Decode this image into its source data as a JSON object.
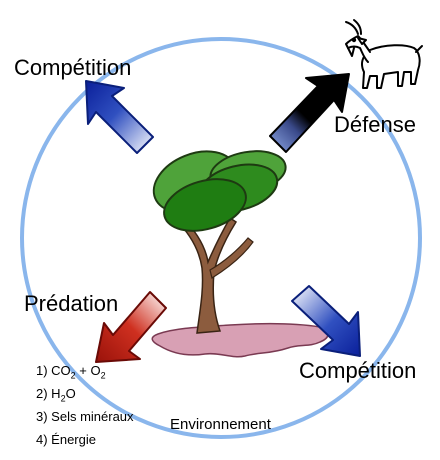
{
  "labels": {
    "competition_top": "Compétition",
    "defense": "Défense",
    "predation": "Prédation",
    "competition_bottom": "Compétition",
    "environment": "Environnement"
  },
  "resources": {
    "item1": {
      "num": "1) CO",
      "sub1": "2",
      "mid": " + O",
      "sub2": "2"
    },
    "item2": {
      "num": "2) H",
      "sub1": "2",
      "rest": "O"
    },
    "item3": "3) Sels minéraux",
    "item4": "4) Énergie"
  },
  "colors": {
    "circle": "#8ab6ec",
    "competition_arrow": "#0a2aa8",
    "defense_arrow": "#000000",
    "predation_arrow": "#b81c12",
    "tree_trunk": "#8a5a3c",
    "tree_crown": "#2e8b1e",
    "soil": "#d69aae"
  },
  "icons": [
    "goat-icon",
    "tree-icon",
    "soil-icon"
  ]
}
